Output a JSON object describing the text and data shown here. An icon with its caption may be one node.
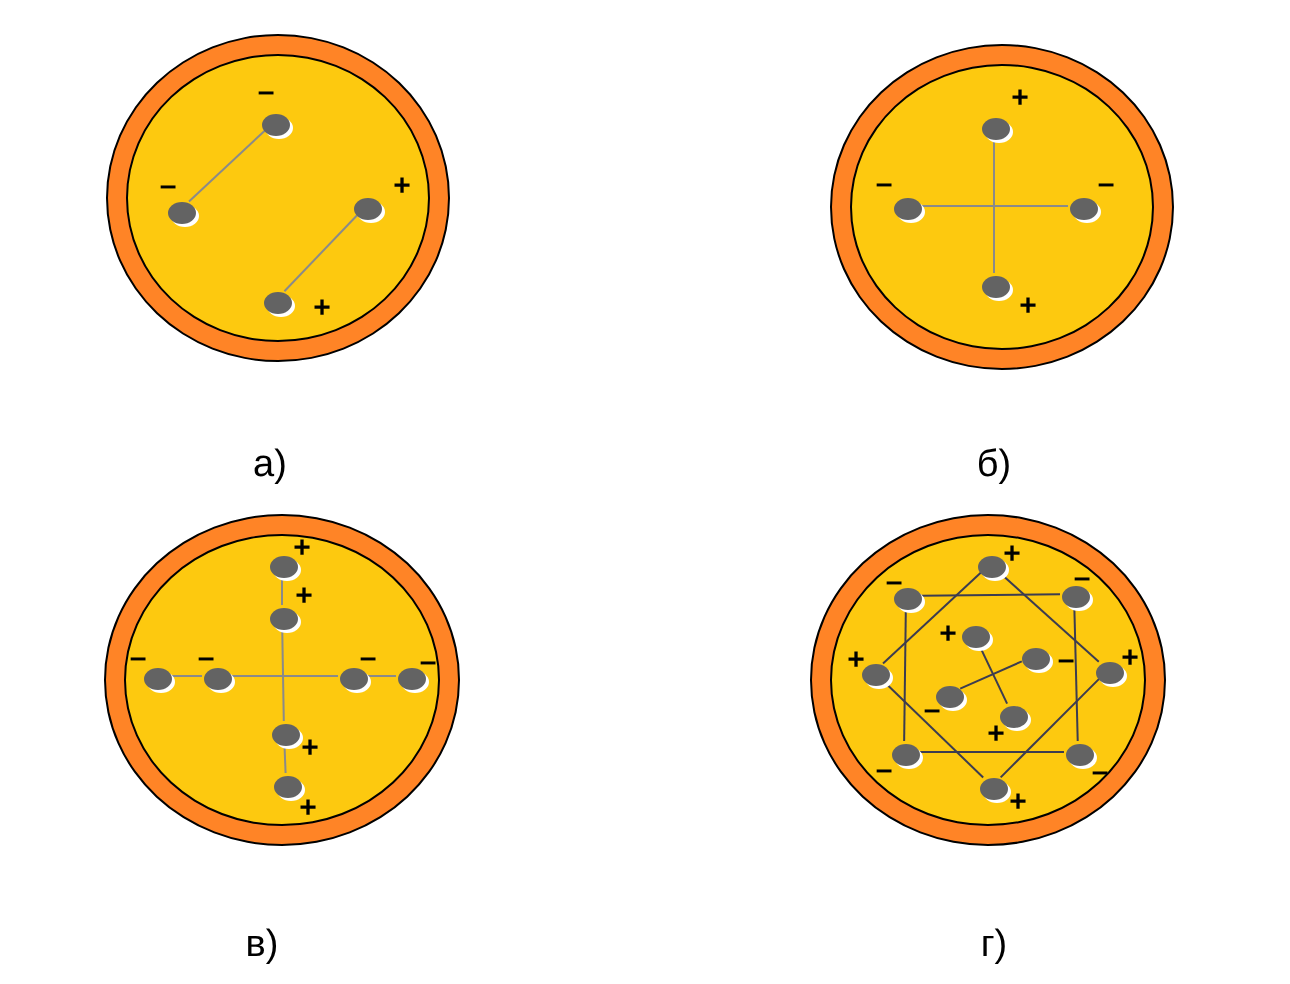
{
  "diagram": {
    "nodes": [
      {
        "text": [],
        "shape": "circle",
        "beside": [
          "а)"
        ]
      },
      {
        "text": [],
        "shape": "circle",
        "in": 0,
        "beside": [
          "–"
        ]
      },
      {
        "text": [],
        "shape": "circle",
        "in": 0,
        "beside": [
          "–"
        ]
      },
      {
        "text": [],
        "shape": "circle",
        "in": 0,
        "beside": [
          "+"
        ]
      },
      {
        "text": [],
        "shape": "circle",
        "in": 0,
        "beside": [
          "+"
        ]
      },
      {
        "text": [],
        "shape": "circle",
        "beside": [
          "б)"
        ]
      },
      {
        "text": [],
        "shape": "circle",
        "in": 5,
        "beside": [
          "+"
        ]
      },
      {
        "text": [],
        "shape": "circle",
        "in": 5,
        "beside": [
          "–"
        ]
      },
      {
        "text": [],
        "shape": "circle",
        "in": 5,
        "beside": [
          "–"
        ]
      },
      {
        "text": [],
        "shape": "circle",
        "in": 5,
        "beside": [
          "+"
        ]
      },
      {
        "text": [],
        "shape": "circle",
        "beside": [
          "в)"
        ]
      },
      {
        "text": [],
        "shape": "circle",
        "in": 10,
        "beside": [
          "+"
        ]
      },
      {
        "text": [],
        "shape": "circle",
        "in": 10,
        "beside": [
          "+"
        ]
      },
      {
        "text": [],
        "shape": "circle",
        "in": 10,
        "beside": [
          "–"
        ]
      },
      {
        "text": [],
        "shape": "circle",
        "in": 10,
        "beside": [
          "–"
        ]
      },
      {
        "text": [],
        "shape": "circle",
        "in": 10,
        "beside": [
          "–"
        ]
      },
      {
        "text": [],
        "shape": "circle",
        "in": 10,
        "beside": [
          "–"
        ]
      },
      {
        "text": [],
        "shape": "circle",
        "in": 10,
        "beside": [
          "+"
        ]
      },
      {
        "text": [],
        "shape": "circle",
        "in": 10,
        "beside": [
          "+"
        ]
      },
      {
        "text": [],
        "shape": "circle",
        "beside": [
          "г)"
        ]
      },
      {
        "text": [],
        "shape": "circle",
        "in": 19,
        "beside": [
          "+"
        ]
      },
      {
        "text": [],
        "shape": "circle",
        "in": 19,
        "beside": [
          "–"
        ]
      },
      {
        "text": [],
        "shape": "circle",
        "in": 19,
        "beside": [
          "–"
        ]
      },
      {
        "text": [],
        "shape": "circle",
        "in": 19,
        "beside": [
          "+"
        ]
      },
      {
        "text": [],
        "shape": "circle",
        "in": 19,
        "beside": [
          "–"
        ]
      },
      {
        "text": [],
        "shape": "circle",
        "in": 19,
        "beside": [
          "+"
        ]
      },
      {
        "text": [],
        "shape": "circle",
        "in": 19,
        "beside": [
          "+"
        ]
      },
      {
        "text": [],
        "shape": "circle",
        "in": 19,
        "beside": [
          "–"
        ]
      },
      {
        "text": [],
        "shape": "circle",
        "in": 19,
        "beside": [
          "+"
        ]
      },
      {
        "text": [],
        "shape": "circle",
        "in": 19,
        "beside": [
          "–"
        ]
      },
      {
        "text": [],
        "shape": "circle",
        "in": 19,
        "beside": [
          "–"
        ]
      },
      {
        "text": [],
        "shape": "circle",
        "in": 19,
        "beside": [
          "+"
        ]
      }
    ],
    "edges": [
      {
        "from": 1,
        "to": 2,
        "arrow": "none"
      },
      {
        "from": 3,
        "to": 4,
        "arrow": "none"
      },
      {
        "from": 6,
        "to": 9,
        "arrow": "none"
      },
      {
        "from": 7,
        "to": 8,
        "arrow": "none"
      },
      {
        "from": 11,
        "to": 12,
        "arrow": "none"
      },
      {
        "from": 12,
        "to": 17,
        "arrow": "none"
      },
      {
        "from": 17,
        "to": 18,
        "arrow": "none"
      },
      {
        "from": 13,
        "to": 14,
        "arrow": "none"
      },
      {
        "from": 14,
        "to": 15,
        "arrow": "none"
      },
      {
        "from": 15,
        "to": 16,
        "arrow": "none"
      },
      {
        "from": 20,
        "to": 26,
        "arrow": "none",
        "color": "#3c3c50"
      },
      {
        "from": 26,
        "to": 31,
        "arrow": "none",
        "color": "#3c3c50"
      },
      {
        "from": 31,
        "to": 25,
        "arrow": "none",
        "color": "#3c3c50"
      },
      {
        "from": 25,
        "to": 20,
        "arrow": "none",
        "color": "#3c3c50"
      },
      {
        "from": 21,
        "to": 22,
        "arrow": "none",
        "color": "#3c3c50"
      },
      {
        "from": 22,
        "to": 30,
        "arrow": "none",
        "color": "#3c3c50"
      },
      {
        "from": 30,
        "to": 29,
        "arrow": "none",
        "color": "#3c3c50"
      },
      {
        "from": 29,
        "to": 21,
        "arrow": "none",
        "color": "#3c3c50"
      },
      {
        "from": 23,
        "to": 28,
        "arrow": "none",
        "color": "#3c3c50"
      },
      {
        "from": 27,
        "to": 24,
        "arrow": "none",
        "color": "#3c3c50"
      }
    ]
  }
}
